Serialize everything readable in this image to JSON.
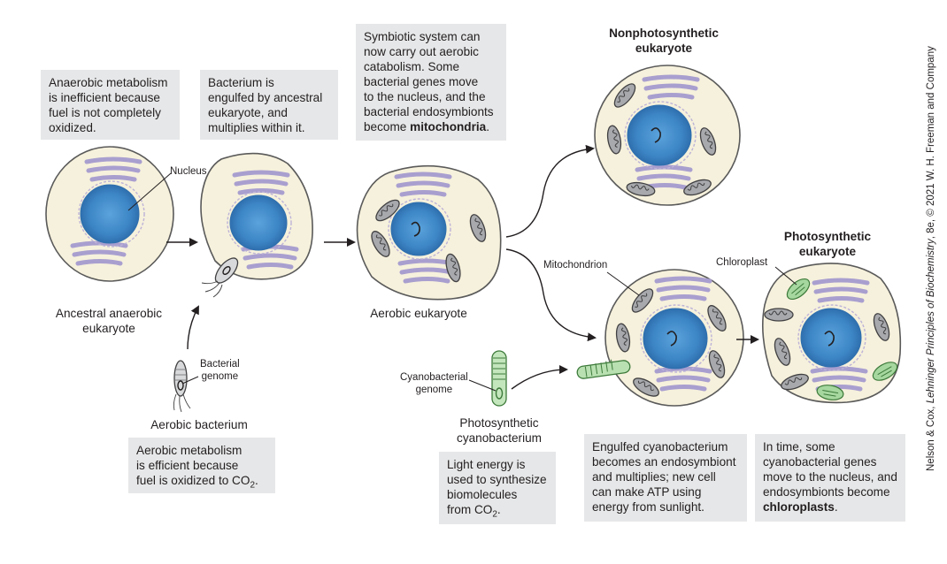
{
  "boxes": {
    "anaerobic": [
      "Anaerobic metabolism",
      "is inefficient because",
      "fuel is not completely",
      "oxidized."
    ],
    "engulfed_bacterium": [
      "Bacterium is",
      "engulfed by ancestral",
      "eukaryote, and",
      "multiplies within it."
    ],
    "symbiotic": {
      "lines": [
        "Symbiotic system can",
        "now carry out aerobic",
        "catabolism. Some",
        "bacterial genes move",
        "to the nucleus, and the",
        "bacterial endosymbionts"
      ],
      "pre": "become ",
      "bold": "mitochondria",
      "post": "."
    },
    "aerobic_metabolism": {
      "lines": [
        "Aerobic metabolism",
        "is efficient because"
      ],
      "last_pre": "fuel is oxidized to CO",
      "last_sub": "2",
      "last_post": "."
    },
    "light_energy": {
      "lines": [
        "Light energy is",
        "used to synthesize",
        "biomolecules"
      ],
      "last_pre": "from CO",
      "last_sub": "2",
      "last_post": "."
    },
    "engulfed_cyano": [
      "Engulfed cyanobacterium",
      "becomes an endosymbiont",
      "and multiplies; new cell",
      "can make ATP using",
      "energy from sunlight."
    ],
    "in_time": {
      "lines": [
        "In time, some",
        "cyanobacterial genes",
        "move to the nucleus, and",
        "endosymbionts become"
      ],
      "bold": "chloroplasts",
      "post": "."
    }
  },
  "labels": {
    "ancestral": [
      "Ancestral anaerobic",
      "eukaryote"
    ],
    "aerobic_eukaryote": "Aerobic eukaryote",
    "aerobic_bacterium": "Aerobic bacterium",
    "photo_cyano": [
      "Photosynthetic",
      "cyanobacterium"
    ],
    "nonphoto_title": [
      "Nonphotosynthetic",
      "eukaryote"
    ],
    "photo_euk_title": [
      "Photosynthetic",
      "eukaryote"
    ],
    "nucleus": "Nucleus",
    "bacterial_genome": [
      "Bacterial",
      "genome"
    ],
    "cyano_genome": [
      "Cyanobacterial",
      "genome"
    ],
    "mitochondrion": "Mitochondrion",
    "chloroplast": "Chloroplast"
  },
  "credit": {
    "pre": "Nelson & Cox, ",
    "italic": "Lehninger Principles of Biochemistry",
    "post": ", 8e, © 2021 W. H. Freeman and Company"
  },
  "colors": {
    "cytoplasm": "#f6f1dc",
    "nucleus": "#3d86c6",
    "membrane": "#bdb3d8",
    "mitochondria": "#8a8c8e",
    "chloroplast": "#9fd39a",
    "box_bg": "#e6e7e8"
  }
}
